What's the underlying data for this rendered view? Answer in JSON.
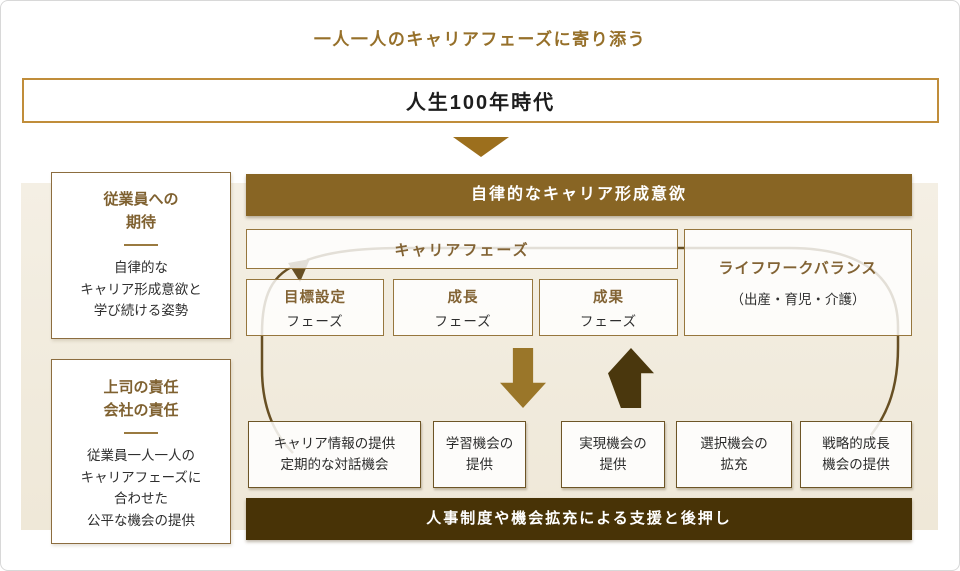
{
  "title": "一人一人のキャリアフェーズに寄り添う",
  "banner": "人生100年時代",
  "sidebar": {
    "expect": {
      "heading": [
        "従業員への",
        "期待"
      ],
      "body": [
        "自律的な",
        "キャリア形成意欲と",
        "学び続ける姿勢"
      ]
    },
    "duty": {
      "heading": [
        "上司の責任",
        "会社の責任"
      ],
      "body": [
        "従業員一人一人の",
        "キャリアフェーズに",
        "合わせた",
        "公平な機会の提供"
      ]
    }
  },
  "flow": {
    "top_bar": "自律的なキャリア形成意欲",
    "career_phase_label": "キャリアフェーズ",
    "phases": [
      {
        "name": "目標設定",
        "sub": "フェーズ"
      },
      {
        "name": "成長",
        "sub": "フェーズ"
      },
      {
        "name": "成果",
        "sub": "フェーズ"
      }
    ],
    "lifework": {
      "heading": "ライフワークバランス",
      "sub": "（出産・育児・介護）"
    },
    "supports": [
      {
        "line1": "キャリア情報の提供",
        "line2": "定期的な対話機会"
      },
      {
        "line1": "学習機会の",
        "line2": "提供"
      },
      {
        "line1": "実現機会の",
        "line2": "提供"
      },
      {
        "line1": "選択機会の",
        "line2": "拡充"
      },
      {
        "line1": "戦略的成長",
        "line2": "機会の提供"
      }
    ],
    "bottom_bar": "人事制度や機会拡充による支援と後押し"
  },
  "icons": {
    "down_triangle": "flow-from-banner",
    "down_arrow": "support-provided-down",
    "up_arrow": "results-feedback-up",
    "cycle_loop": "career-cycle-loop"
  },
  "colors": {
    "accent_brown": "#96702a",
    "banner_border": "#c08d3a",
    "top_bar_bg": "#886524",
    "bottom_bar_bg": "#483306",
    "panel_bg": "#f2ecdf",
    "box_border": "#96763d",
    "support_border": "#6d5526",
    "gold_arrow": "#9a7629",
    "dark_arrow": "#4a370d",
    "loop_stroke": "#5f4718",
    "text_dark": "#2b2b2b"
  }
}
